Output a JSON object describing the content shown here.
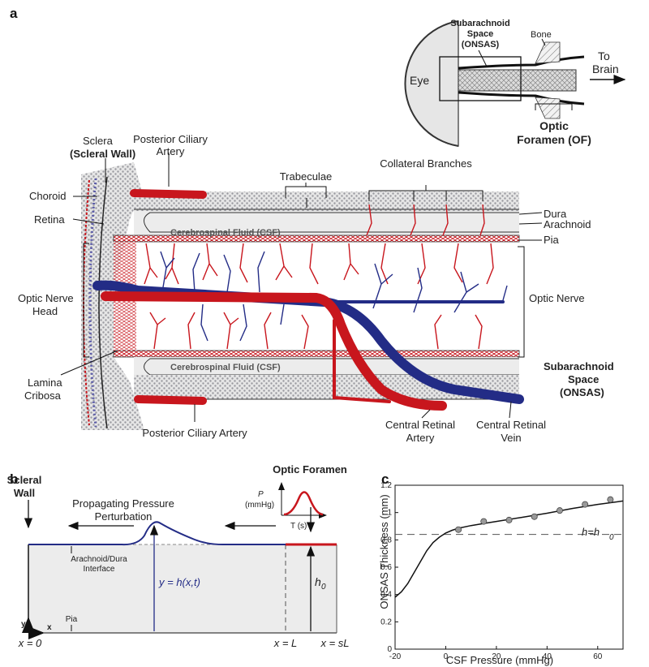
{
  "panels": {
    "a": "a",
    "b": "b",
    "c": "c"
  },
  "panel_a": {
    "inset": {
      "eye": "Eye",
      "subarachnoid_1": "Subarachnoid",
      "subarachnoid_2": "Space",
      "subarachnoid_3": "(ONSAS)",
      "bone": "Bone",
      "to_brain_1": "To",
      "to_brain_2": "Brain",
      "optic_foramen_1": "Optic",
      "optic_foramen_2": "Foramen (OF)"
    },
    "labels": {
      "sclera": "Sclera",
      "scleral_wall": "(Scleral Wall)",
      "posterior_ciliary_top_1": "Posterior Ciliary",
      "posterior_ciliary_top_2": "Artery",
      "trabeculae": "Trabeculae",
      "collateral": "Collateral Branches",
      "choroid": "Choroid",
      "retina": "Retina",
      "dura": "Dura",
      "arachnoid": "Arachnoid",
      "pia": "Pia",
      "csf_top": "Cerebrospinal Fluid (CSF)",
      "csf_bottom": "Cerebrospinal Fluid (CSF)",
      "optic_nerve_head_1": "Optic Nerve",
      "optic_nerve_head_2": "Head",
      "optic_nerve": "Optic Nerve",
      "lamina_1": "Lamina",
      "lamina_2": "Cribosa",
      "onsas_1": "Subarachnoid",
      "onsas_2": "Space",
      "onsas_3": "(ONSAS)",
      "posterior_ciliary_bottom": "Posterior Ciliary Artery",
      "cra_1": "Central Retinal",
      "cra_2": "Artery",
      "crv_1": "Central Retinal",
      "crv_2": "Vein"
    }
  },
  "panel_b": {
    "scleral_1": "Scleral",
    "scleral_2": "Wall",
    "optic_foramen": "Optic Foramen",
    "p_label": "P",
    "p_unit": "(mmHg)",
    "t_label": "T (s)",
    "prop_1": "Propagating Pressure",
    "prop_2": "Perturbation",
    "arach_1": "Arachnoid/Dura",
    "arach_2": "Interface",
    "pia": "Pia",
    "y_eq": "y = h(x,t)",
    "h0": "h",
    "h0_sub": "0",
    "x0": "x = 0",
    "xL": "x = L",
    "xsL": "x = sL",
    "axis_y": "y",
    "axis_x": "x"
  },
  "chart_data": {
    "type": "scatter",
    "xlabel": "CSF Pressure (mmHg)",
    "ylabel": "ONSAS Thickness (mm)",
    "xlim": [
      -20,
      70
    ],
    "ylim": [
      0,
      1.2
    ],
    "xticks": [
      "-20",
      "0",
      "20",
      "40",
      "60"
    ],
    "yticks": [
      "0",
      "0.2",
      "0.4",
      "0.6",
      "0.8",
      "1",
      "1.2"
    ],
    "points": [
      {
        "x": 5,
        "y": 0.875
      },
      {
        "x": 15,
        "y": 0.935
      },
      {
        "x": 25,
        "y": 0.945
      },
      {
        "x": 35,
        "y": 0.97
      },
      {
        "x": 45,
        "y": 1.015
      },
      {
        "x": 55,
        "y": 1.06
      },
      {
        "x": 65,
        "y": 1.095
      }
    ],
    "curve": [
      {
        "x": -20,
        "y": 0.38
      },
      {
        "x": -17.5,
        "y": 0.42
      },
      {
        "x": -15,
        "y": 0.48
      },
      {
        "x": -12.5,
        "y": 0.56
      },
      {
        "x": -10,
        "y": 0.64
      },
      {
        "x": -7.5,
        "y": 0.72
      },
      {
        "x": -5,
        "y": 0.78
      },
      {
        "x": -2.5,
        "y": 0.82
      },
      {
        "x": 0,
        "y": 0.85
      },
      {
        "x": 2.5,
        "y": 0.87
      },
      {
        "x": 5,
        "y": 0.885
      },
      {
        "x": 10,
        "y": 0.905
      },
      {
        "x": 15,
        "y": 0.92
      },
      {
        "x": 20,
        "y": 0.935
      },
      {
        "x": 30,
        "y": 0.965
      },
      {
        "x": 40,
        "y": 0.995
      },
      {
        "x": 50,
        "y": 1.03
      },
      {
        "x": 60,
        "y": 1.06
      },
      {
        "x": 70,
        "y": 1.085
      }
    ],
    "reference_line": {
      "y": 0.84,
      "label": "h=h",
      "label_sub": "0"
    }
  },
  "colors": {
    "artery": "#c8161d",
    "vein": "#232c86",
    "csf_fill": "#e8e8e8",
    "dots": "#999999"
  }
}
